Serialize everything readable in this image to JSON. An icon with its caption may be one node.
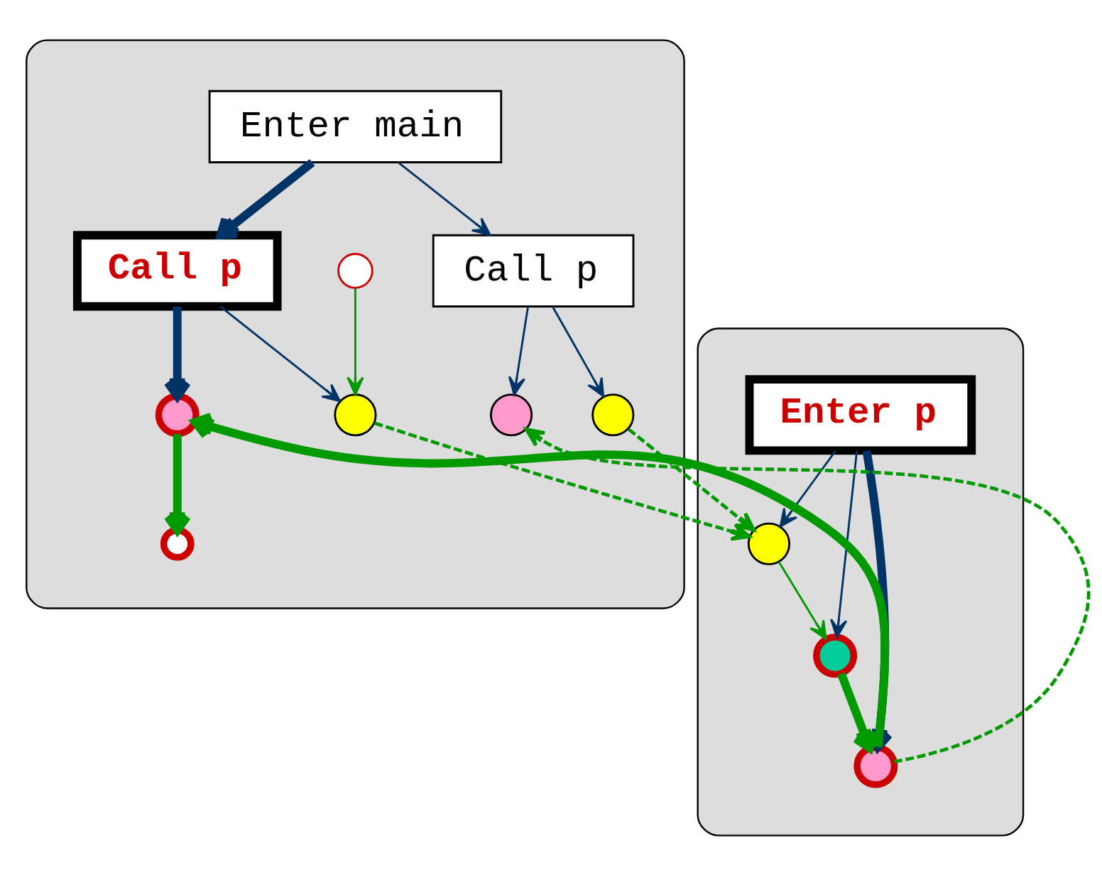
{
  "diagram": {
    "nodes": [
      {
        "text": [],
        "shape": "ellipse"
      },
      {
        "text": [
          "Enter main"
        ],
        "in": 0
      },
      {
        "text": [
          "Call p"
        ],
        "in": 0
      },
      {
        "text": [
          "Call p"
        ],
        "in": 0
      },
      {
        "text": [],
        "shape": "circle",
        "in": 0
      },
      {
        "text": [],
        "shape": "circle",
        "in": 0
      },
      {
        "text": [],
        "shape": "circle",
        "in": 0
      },
      {
        "text": [],
        "shape": "circle",
        "in": 0
      },
      {
        "text": [],
        "shape": "circle",
        "in": 0
      },
      {
        "text": [],
        "shape": "circle",
        "in": 0
      },
      {
        "text": [],
        "shape": "ellipse"
      },
      {
        "text": [
          "Enter p"
        ],
        "in": 10
      },
      {
        "text": [],
        "shape": "circle",
        "in": 10
      },
      {
        "text": [],
        "shape": "circle",
        "in": 10
      },
      {
        "text": [],
        "shape": "circle",
        "in": 10
      }
    ],
    "edges": [
      {
        "from": 1,
        "to": 2,
        "arrow": "to",
        "style": "thick"
      },
      {
        "from": 1,
        "to": 3,
        "arrow": "to"
      },
      {
        "from": 4,
        "to": 5,
        "arrow": "to",
        "color": "#009900"
      },
      {
        "from": 2,
        "to": 5,
        "arrow": "to"
      },
      {
        "from": 2,
        "to": 6,
        "arrow": "to",
        "style": "thick"
      },
      {
        "from": 6,
        "to": 7,
        "arrow": "to",
        "style": "thick",
        "color": "#009900"
      },
      {
        "from": 3,
        "to": 8,
        "arrow": "to"
      },
      {
        "from": 3,
        "to": 9,
        "arrow": "to"
      },
      {
        "from": 5,
        "to": 12,
        "arrow": "to",
        "style": "dashed",
        "color": "#009900"
      },
      {
        "from": 8,
        "to": 12,
        "arrow": "to",
        "style": "dashed",
        "color": "#009900"
      },
      {
        "from": 14,
        "to": 9,
        "arrow": "to",
        "style": "dashed",
        "color": "#009900"
      },
      {
        "from": 14,
        "to": 6,
        "arrow": "to",
        "style": "thick",
        "color": "#009900"
      },
      {
        "from": 11,
        "to": 12,
        "arrow": "to"
      },
      {
        "from": 11,
        "to": 13,
        "arrow": "to"
      },
      {
        "from": 11,
        "to": 14,
        "arrow": "to",
        "style": "thick"
      },
      {
        "from": 12,
        "to": 13,
        "arrow": "to",
        "color": "#009900"
      },
      {
        "from": 13,
        "to": 14,
        "arrow": "to",
        "style": "thick",
        "color": "#009900"
      }
    ]
  }
}
